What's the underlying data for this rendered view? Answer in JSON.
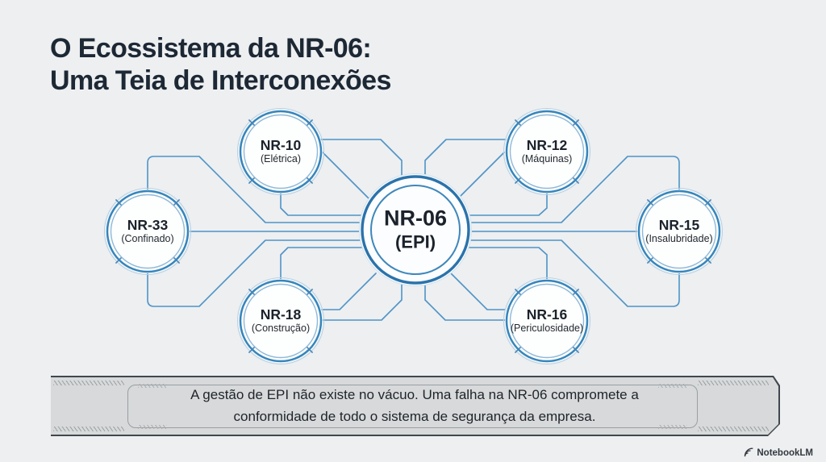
{
  "title": {
    "line1": "O Ecossistema da NR-06:",
    "line2": "Uma Teia de Interconexões"
  },
  "diagram": {
    "center": {
      "id": "nr06",
      "label": "NR-06",
      "sub": "(EPI)"
    },
    "nodes": [
      {
        "id": "nr10",
        "label": "NR-10",
        "sub": "(Elétrica)"
      },
      {
        "id": "nr12",
        "label": "NR-12",
        "sub": "(Máquinas)"
      },
      {
        "id": "nr33",
        "label": "NR-33",
        "sub": "(Confinado)"
      },
      {
        "id": "nr15",
        "label": "NR-15",
        "sub": "(Insalubridade)"
      },
      {
        "id": "nr18",
        "label": "NR-18",
        "sub": "(Construção)"
      },
      {
        "id": "nr16",
        "label": "NR-16",
        "sub": "(Periculosidade)"
      }
    ]
  },
  "callout": {
    "line1": "A gestão de EPI não existe no vácuo. Uma falha na NR-06 compromete a",
    "line2": "conformidade de todo o sistema de segurança da empresa."
  },
  "watermark": {
    "label": "NotebookLM",
    "icon": "notebooklm-logo-icon"
  },
  "colors": {
    "background": "#edeff1",
    "connection_line": "#4f93c6",
    "satellite_ring": "#3585bb",
    "center_ring": "#2b73ab",
    "title_text": "#1d2835",
    "node_text": "#1b222b",
    "callout_bg": "#d7d9da",
    "callout_border": "#41474d"
  }
}
